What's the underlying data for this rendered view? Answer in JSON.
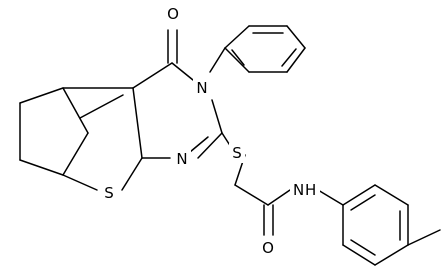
{
  "molecule": {
    "atoms": {
      "oxygen_carbonyl_top": "O",
      "nitrogen_ring": "N",
      "sulfur_thiophene": "S",
      "nitrogen_pyrimidine": "N",
      "sulfur_thioether": "S",
      "nitrogen_amide": "N",
      "hydrogen_amide": "H",
      "oxygen_amide": "O"
    }
  }
}
